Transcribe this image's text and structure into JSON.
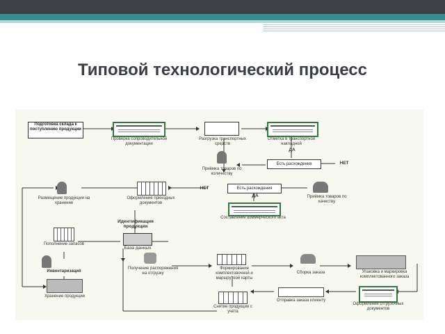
{
  "slide": {
    "title": "Типовой технологический процесс"
  },
  "diagram": {
    "nodes": {
      "preparation": "Подготовка склада к поступлению продукции",
      "check_docs": "Проверка сопроводительной документации",
      "unloading": "Разгрузка транспортных средств",
      "mark_invoice": "Отметка в транспортной накладной",
      "accept_quantity": "Приёмка товаров по количеству",
      "accept_quality": "Приёмка товаров по качеству",
      "has_discrepancies_1": "Есть расхождения",
      "has_discrepancies_2": "Есть расхождения",
      "act_of_discrepancy": "Составление коммерческого акта",
      "arrival_docs": "Оформление приходных документов",
      "placement": "Размещение продукции на хранение",
      "identification": "Идентификация продукции",
      "database": "База данных",
      "stock_replenishment": "Пополнение запасов",
      "inventory": "Инвентаризация",
      "storage": "Хранение продукции",
      "shipment_order": "Получение распоряжения на отгрузку",
      "picking": "Формирование комплектовочной и маршрутной карты",
      "assembly": "Сборка заказа",
      "packing": "Упаковка и маркировка комплектованного заказа",
      "writeoff": "Снятие продукции с учёта",
      "send_to_client": "Отправка заказа клиенту",
      "shipping_docs": "Оформление отгрузочных документов"
    },
    "labels": {
      "yes_1": "ДА",
      "no_1": "НЕТ",
      "yes_2": "ДА",
      "no_2": "НЕТ"
    }
  }
}
